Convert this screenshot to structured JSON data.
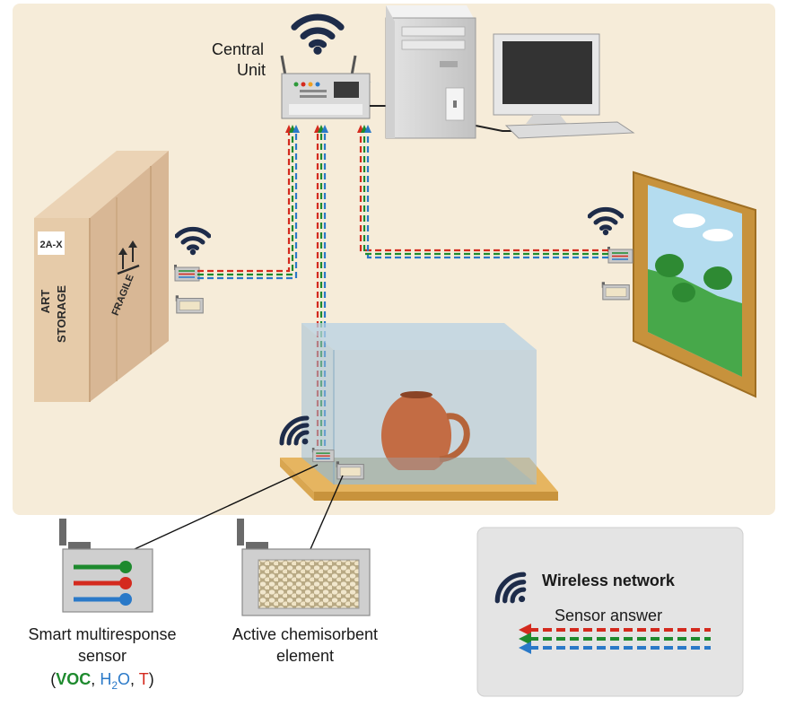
{
  "central_unit": {
    "line1": "Central",
    "line2": "Unit"
  },
  "crate": {
    "tag": "2A-X",
    "line1": "ART",
    "line2": "STORAGE",
    "fragile": "FRAGILE"
  },
  "sensor_caption": {
    "line1": "Smart multiresponse",
    "line2": "sensor",
    "open": "(",
    "voc": "VOC",
    "sep1": ", ",
    "h": "H",
    "sub2": "2",
    "o": "O",
    "sep2": ", ",
    "t": "T",
    "close": ")"
  },
  "element_caption": {
    "line1": "Active chemisorbent",
    "line2": "element"
  },
  "legend": {
    "wireless": "Wireless network",
    "answer": "Sensor answer"
  },
  "colors": {
    "voc": "#1e8a2e",
    "h2o": "#2a79c8",
    "t": "#d42a1e",
    "wifi": "#1e2c4a",
    "room": "#f6ecd9",
    "legend_bg": "#e4e4e4"
  }
}
